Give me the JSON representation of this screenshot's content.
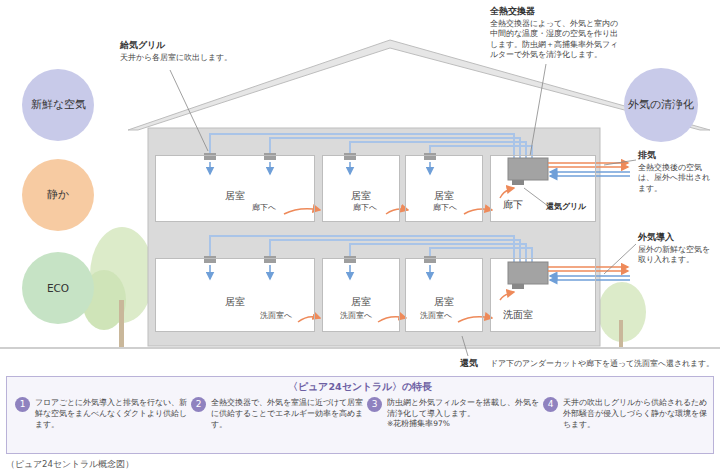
{
  "diagram": {
    "caption": "（ピュア24セントラル概念図）",
    "nodes": [
      {
        "text": [
          "新鮮な空気"
        ]
      },
      {
        "text": [
          "静か"
        ]
      },
      {
        "text": [
          "ECO"
        ]
      },
      {
        "text": [
          "外気の清浄化"
        ]
      },
      {
        "text": [
          "居室"
        ]
      },
      {
        "text": [
          "居室"
        ]
      },
      {
        "text": [
          "居室"
        ]
      },
      {
        "text": [
          "廊下"
        ]
      },
      {
        "text": [
          "居室"
        ]
      },
      {
        "text": [
          "居室"
        ]
      },
      {
        "text": [
          "居室"
        ]
      },
      {
        "text": [
          "洗面室"
        ]
      },
      {
        "text": [
          "〈ピュア24セントラル〉の特長"
        ]
      },
      {
        "text": [
          "1",
          "フロアごとに外気導入と排気を行ない、新鮮な空気をまんべんなくダクトより供給します。"
        ],
        "in": 12
      },
      {
        "text": [
          "2",
          "全熱交換器で、外気を室温に近づけて居室に供給することでエネルギー効率を高めます。"
        ],
        "in": 12
      },
      {
        "text": [
          "3",
          "防虫網と外気フィルターを搭載し、外気を清浄化して導入します。",
          "※花粉捕集率97%"
        ],
        "in": 12
      },
      {
        "text": [
          "4",
          "天井の吹出しグリルから供給されるため外部騒音が侵入しづらく静かな環境を保ちます。"
        ],
        "in": 12
      }
    ],
    "labels": [
      "給気グリル",
      "天井から各居室に吹出します。",
      "全熱交換器",
      "全熱交換器によって、外気と室内の中間的な温度・湿度の空気を作り出します。防虫網＋高捕集率外気フィルターで外気を清浄化します。",
      "排気",
      "全熱交換後の空気は、屋外へ排出されます。",
      "還気グリル",
      "外気導入",
      "屋外の新鮮な空気を取り入れます。",
      "廊下へ",
      "廊下へ",
      "廊下へ",
      "洗面室へ",
      "洗面室へ",
      "洗面室へ",
      "還気",
      "ドア下のアンダーカットや廊下を通って洗面室へ還されます。"
    ]
  }
}
